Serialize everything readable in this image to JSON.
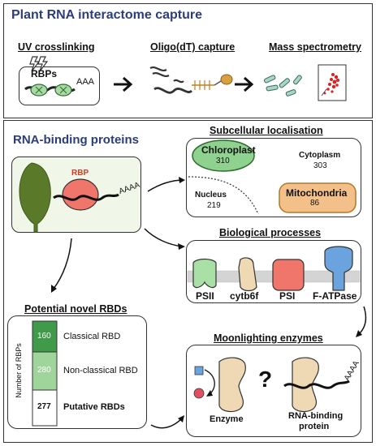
{
  "top": {
    "title": "Plant RNA interactome capture",
    "steps": [
      "UV crosslinking",
      "Oligo(dT) capture",
      "Mass spectrometry"
    ],
    "rbps_label": "RBPs",
    "polyA": "AAA"
  },
  "bottom": {
    "title": "RNA-binding proteins",
    "rbp_label": "RBP",
    "polyA": "AAAA"
  },
  "localisation": {
    "heading": "Subcellular localisation",
    "chloroplast": {
      "label": "Chloroplast",
      "count": "310"
    },
    "cytoplasm": {
      "label": "Cytoplasm",
      "count": "303"
    },
    "nucleus": {
      "label": "Nucleus",
      "count": "219"
    },
    "mitochondria": {
      "label": "Mitochondria",
      "count": "86"
    }
  },
  "processes": {
    "heading": "Biological processes",
    "labels": [
      "PSII",
      "cytb6f",
      "PSI",
      "F-ATPase"
    ]
  },
  "rbds": {
    "heading": "Potential novel RBDs",
    "axis_label": "Number of RBPs",
    "rows": [
      {
        "count": "160",
        "label": "Classical RBD",
        "color": "#3f9a4a"
      },
      {
        "count": "280",
        "label": "Non-classical RBD",
        "color": "#9fd49a"
      },
      {
        "count": "277",
        "label": "Putative RBDs",
        "color": "#ffffff"
      }
    ]
  },
  "moonlighting": {
    "heading": "Moonlighting enzymes",
    "question": "?",
    "enzyme": "Enzyme",
    "rbp_line1": "RNA-binding",
    "rbp_line2": "protein",
    "polyA": "AAAA"
  },
  "colors": {
    "title": "#2b3e7a",
    "leaf": "#5a7a2a",
    "rbp": "#f0756a",
    "chloroplast": "#8fd18f",
    "mito": "#f4c089",
    "enzyme": "#efd9b4"
  }
}
